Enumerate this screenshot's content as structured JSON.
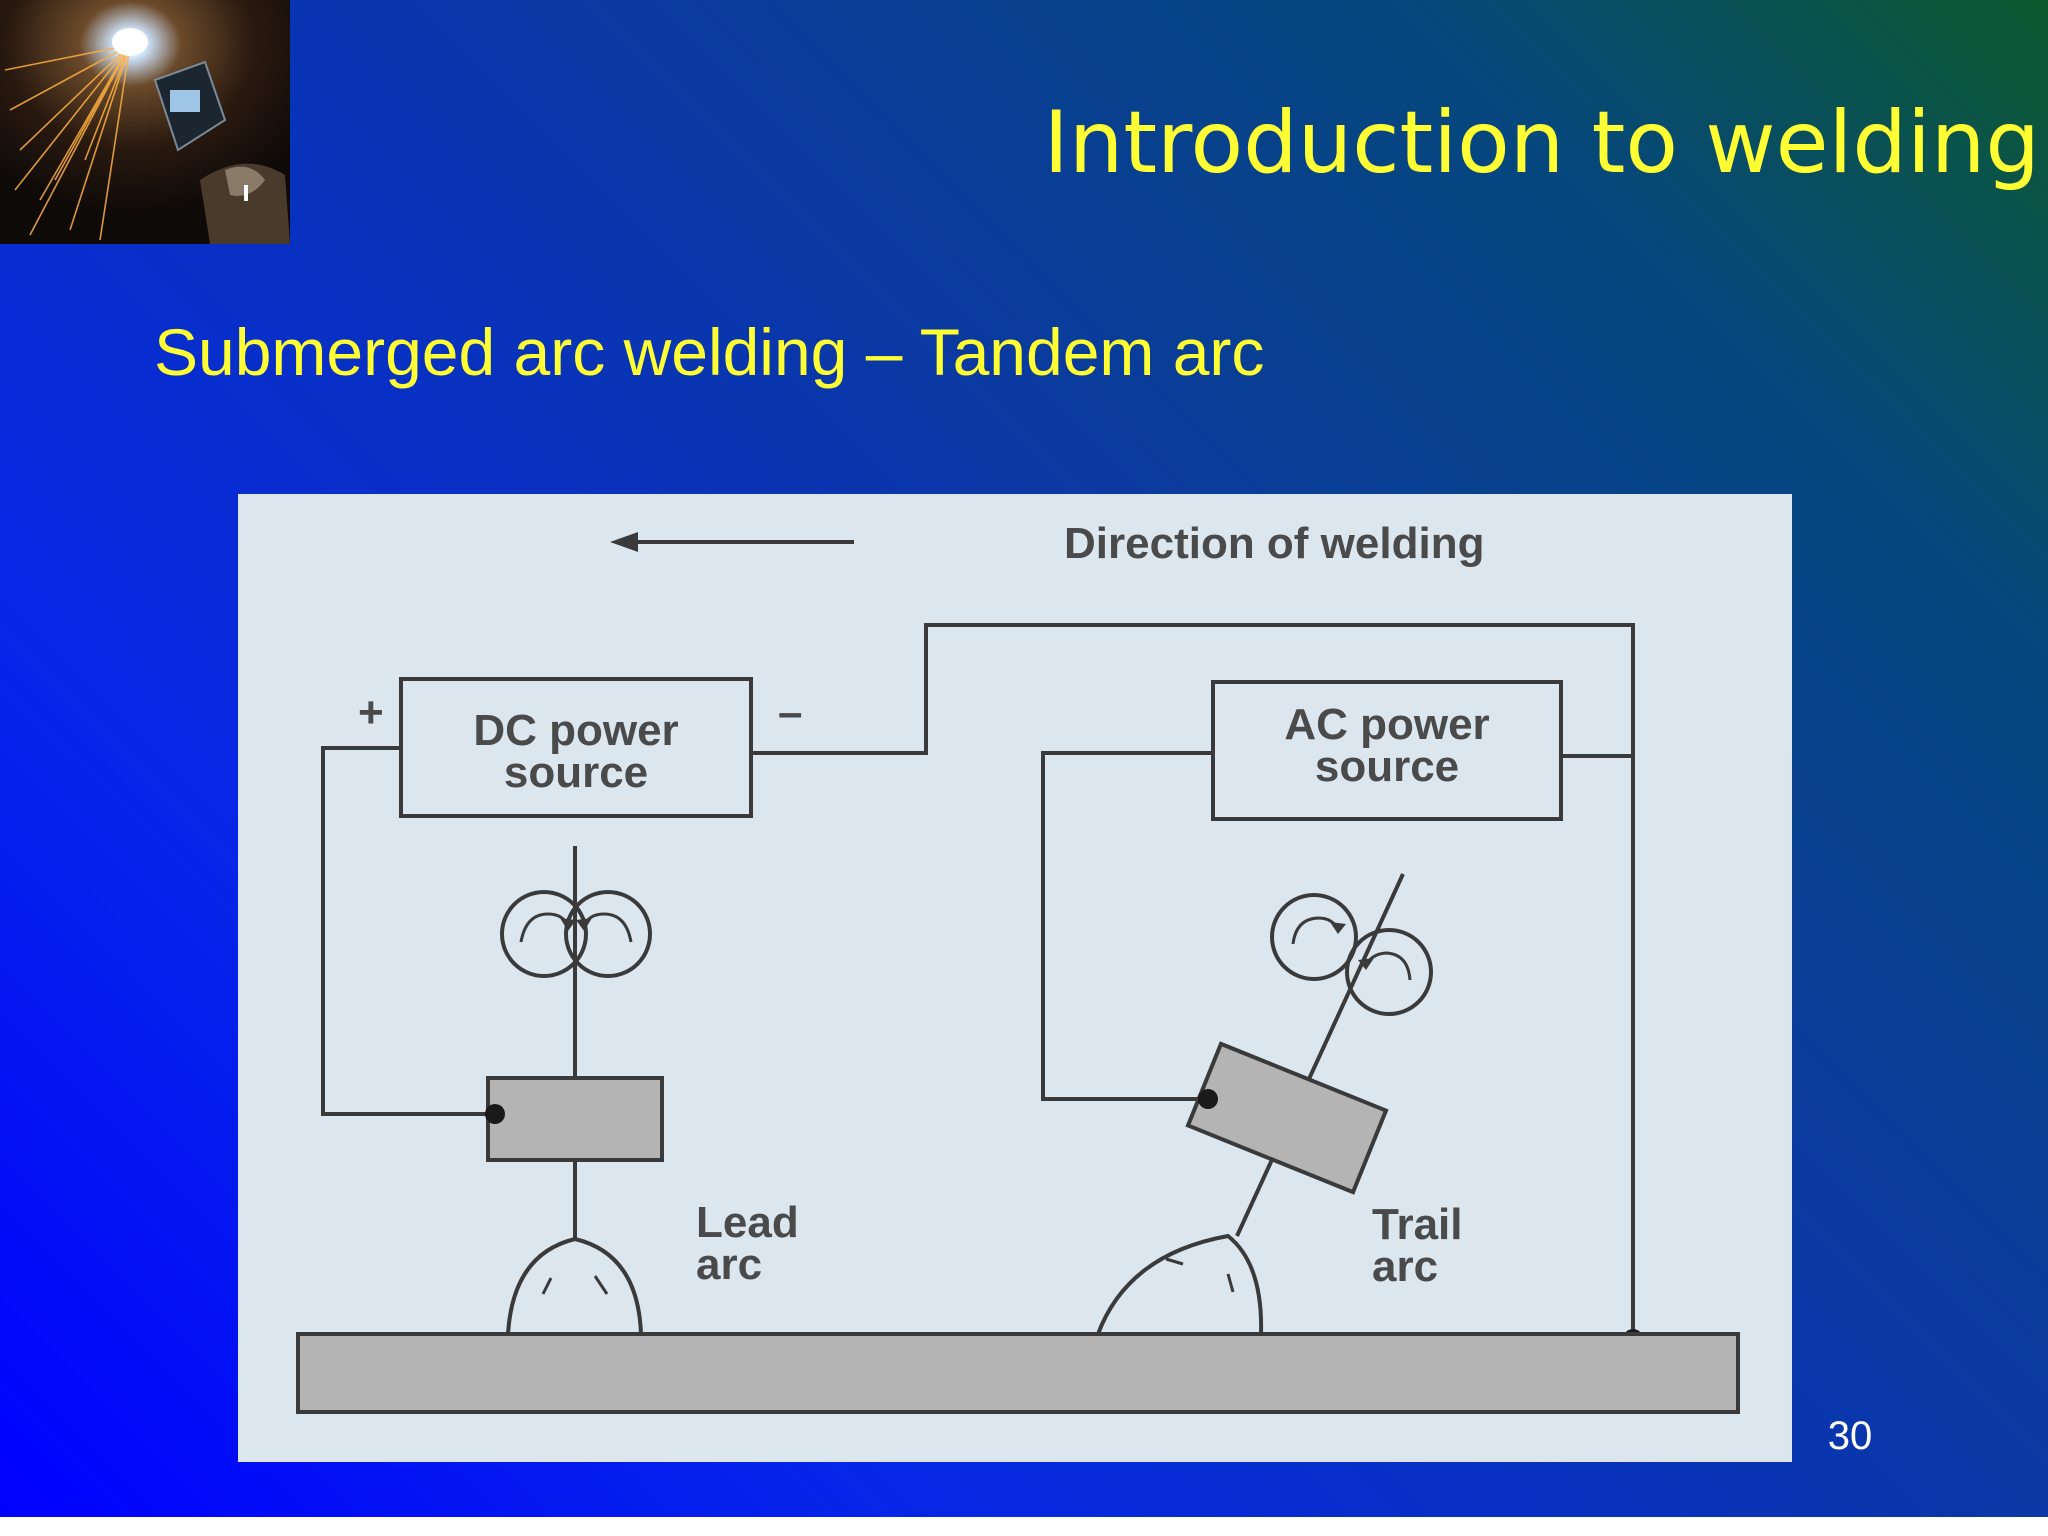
{
  "slide": {
    "title": "Introduction to welding",
    "subtitle": "Submerged arc welding – Tandem arc",
    "page_number": "30"
  },
  "diagram": {
    "direction_label": "Direction of welding",
    "dc_source_line1": "DC power",
    "dc_source_line2": "source",
    "ac_source_line1": "AC power",
    "ac_source_line2": "source",
    "plus_sign": "+",
    "minus_sign": "–",
    "lead_arc_line1": "Lead",
    "lead_arc_line2": "arc",
    "trail_arc_line1": "Trail",
    "trail_arc_line2": "arc"
  },
  "colors": {
    "title_yellow": "#ffff33",
    "diagram_background": "#dbe6ee",
    "line_color": "#3a3a3a",
    "gray_fill": "#b4b4b4"
  },
  "icons": {
    "photo": "welder-sparks-photo",
    "roller": "feed-roller-icon",
    "arrow": "arrow-left-icon"
  }
}
